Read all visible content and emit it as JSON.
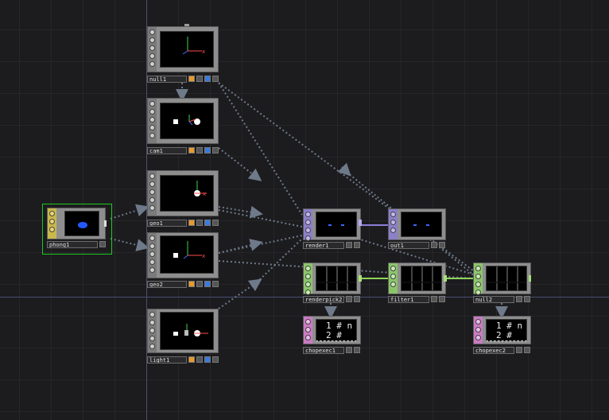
{
  "nodes": {
    "null1": {
      "name": "null1"
    },
    "cam1": {
      "name": "cam1"
    },
    "geo1": {
      "name": "geo1"
    },
    "geo2": {
      "name": "geo2"
    },
    "light1": {
      "name": "light1"
    },
    "phong1": {
      "name": "phong1"
    },
    "render1": {
      "name": "render1"
    },
    "out1": {
      "name": "out1"
    },
    "renderpick2": {
      "name": "renderpick2"
    },
    "filter1": {
      "name": "filter1"
    },
    "null2": {
      "name": "null2"
    },
    "chopexec1": {
      "name": "chopexec1",
      "text_line1": "1 # n",
      "text_line2": "2 #"
    },
    "chopexec2": {
      "name": "chopexec2",
      "text_line1": "1 # n",
      "text_line2": "2 #"
    }
  },
  "colors": {
    "background": "#1c1c1f",
    "comp_strip": "#7b7b7b",
    "top_strip": "#8d7fc9",
    "chop_strip": "#8bc56a",
    "dat_strip": "#c97bc3",
    "mat_strip": "#c9b84c",
    "selection": "#21c821",
    "render_flag": "#e89a2a",
    "display_flag": "#3a7adf",
    "chop_wire": "#8fd45a",
    "top_wire": "#8c7fd6",
    "reference_wire": "#7d8a9a"
  },
  "icons": [
    "axis-gizmo-icon",
    "camera-icon",
    "light-icon",
    "eye-icon",
    "render-flag-icon",
    "display-flag-icon"
  ]
}
